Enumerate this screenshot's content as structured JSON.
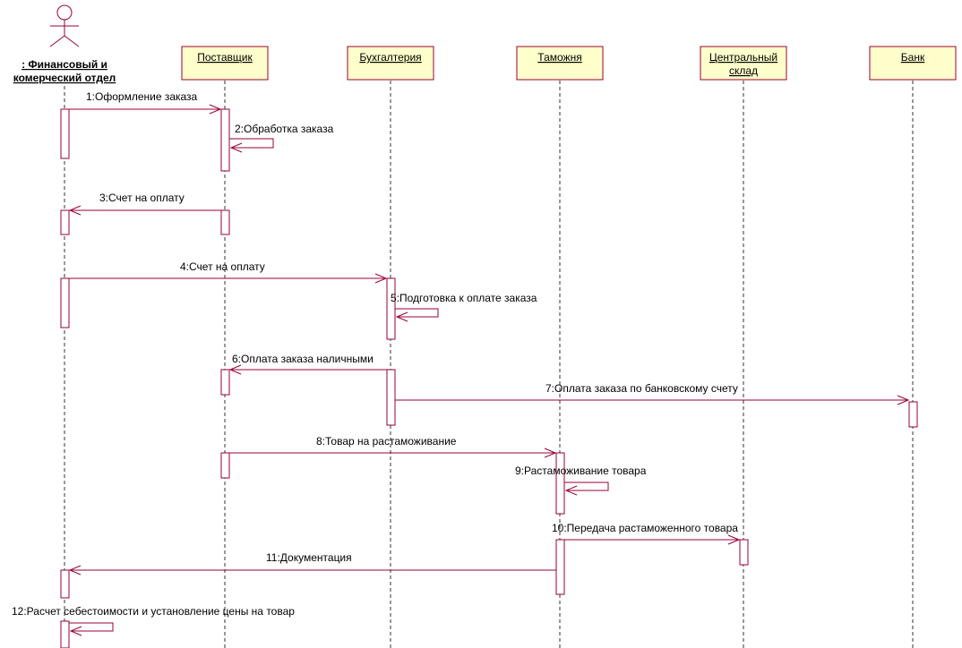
{
  "colors": {
    "box_fill": "#ffffcc",
    "box_stroke": "#990033",
    "line": "#990033",
    "lifeline": "#333333",
    "actor_stroke": "#990033"
  },
  "actor": {
    "name_line1": ": Финансовый и",
    "name_line2": "комерческий отдел"
  },
  "lifelines": [
    {
      "id": "finance",
      "label_lines": [
        ": Финансовый и",
        "комерческий отдел"
      ],
      "kind": "actor"
    },
    {
      "id": "supplier",
      "label_lines": [
        "Поставщик"
      ],
      "kind": "object"
    },
    {
      "id": "accounting",
      "label_lines": [
        "Бухгалтерия"
      ],
      "kind": "object"
    },
    {
      "id": "customs",
      "label_lines": [
        "Таможня"
      ],
      "kind": "object"
    },
    {
      "id": "warehouse",
      "label_lines": [
        "Центральный",
        "склад"
      ],
      "kind": "object"
    },
    {
      "id": "bank",
      "label_lines": [
        "Банк"
      ],
      "kind": "object"
    }
  ],
  "messages": [
    {
      "label": "1:Оформление заказа",
      "from": "finance",
      "to": "supplier"
    },
    {
      "label": "2:Обработка заказа",
      "from": "supplier",
      "to": "supplier"
    },
    {
      "label": "3:Счет на оплату",
      "from": "supplier",
      "to": "finance"
    },
    {
      "label": "4:Счет на оплату",
      "from": "finance",
      "to": "accounting"
    },
    {
      "label": "5:Подготовка к оплате заказа",
      "from": "accounting",
      "to": "accounting"
    },
    {
      "label": "6:Оплата заказа наличными",
      "from": "accounting",
      "to": "supplier"
    },
    {
      "label": "7:Оплата заказа по банковскому счету",
      "from": "accounting",
      "to": "bank"
    },
    {
      "label": "8:Товар на растаможивание",
      "from": "supplier",
      "to": "customs"
    },
    {
      "label": "9:Растаможивание товара",
      "from": "customs",
      "to": "customs"
    },
    {
      "label": "10:Передача растаможенного товара",
      "from": "customs",
      "to": "warehouse"
    },
    {
      "label": "11:Документация",
      "from": "customs",
      "to": "finance"
    },
    {
      "label": "12:Расчет себестоимости и установление цены на товар",
      "from": "finance",
      "to": "finance"
    }
  ]
}
